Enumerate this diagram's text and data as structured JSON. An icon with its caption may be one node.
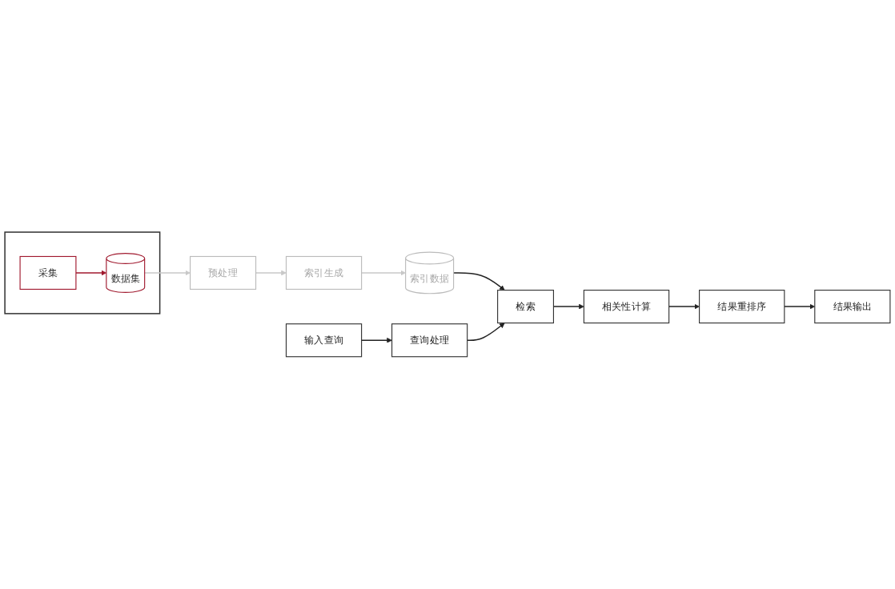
{
  "diagram": {
    "nodes": [
      {
        "text": [],
        "shape": "box"
      },
      {
        "text": [
          "采集"
        ],
        "in": 0
      },
      {
        "text": [
          "数据集"
        ],
        "in": 0
      },
      {
        "text": [
          "预处理"
        ]
      },
      {
        "text": [
          "索引生成"
        ]
      },
      {
        "text": [
          "索引数据"
        ]
      },
      {
        "text": [
          "查询处理"
        ]
      },
      {
        "text": [
          "检索"
        ]
      },
      {
        "text": [
          "相关性计算"
        ]
      },
      {
        "text": [
          "结果重排序"
        ]
      },
      {
        "text": [
          "结果输出"
        ]
      },
      {
        "text": [
          "输入查询"
        ]
      }
    ],
    "edges": [
      {
        "from": 1,
        "to": 2,
        "arrow": "to",
        "color": "#a0192e"
      },
      {
        "from": 2,
        "to": 3,
        "arrow": "to",
        "color": "#c8c8c8"
      },
      {
        "from": 3,
        "to": 4,
        "arrow": "to",
        "color": "#c8c8c8"
      },
      {
        "from": 4,
        "to": 5,
        "arrow": "to",
        "color": "#c8c8c8"
      },
      {
        "from": 5,
        "to": 7,
        "arrow": "to"
      },
      {
        "from": 6,
        "to": 7,
        "arrow": "to"
      },
      {
        "from": 7,
        "to": 8,
        "arrow": "to"
      },
      {
        "from": 8,
        "to": 9,
        "arrow": "to"
      },
      {
        "from": 9,
        "to": 10,
        "arrow": "to"
      },
      {
        "from": 11,
        "to": 6,
        "arrow": "to"
      }
    ]
  }
}
